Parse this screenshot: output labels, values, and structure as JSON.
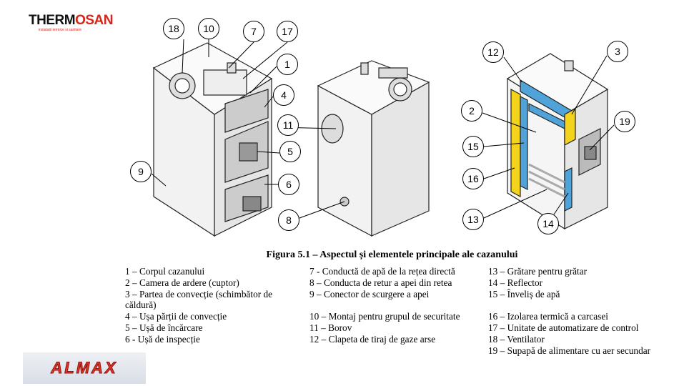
{
  "logos": {
    "thermosan": "THERMOSAN",
    "thermosan_tagline": "instalatii termice si sanitare",
    "almax": "ALMAX"
  },
  "callouts": [
    "18",
    "10",
    "7",
    "17",
    "1",
    "4",
    "11",
    "5",
    "6",
    "9",
    "8",
    "12",
    "3",
    "2",
    "19",
    "15",
    "16",
    "13",
    "14"
  ],
  "caption": "Figura 5.1 – Aspectul și elementele principale ale cazanului",
  "legend": {
    "col1": [
      "1 – Corpul cazanului",
      "2 – Camera de ardere (cuptor)",
      "3 – Partea de convecție (schimbător de",
      "căldură)",
      "4 – Ușa părții de convecție",
      "5 – Ușă de încărcare",
      "6 - Ușă de inspecție"
    ],
    "col2": [
      "7 - Conductă de apă de la rețea directă",
      "8 – Conducta de retur a apei din retea",
      "9 – Conector de scurgere a apei",
      "",
      "10 – Montaj pentru grupul de securitate",
      "11 – Borov",
      "12 – Clapeta de tiraj de gaze arse"
    ],
    "col3": [
      "13 – Grătare pentru grătar",
      "14 – Reflector",
      "15 – Înveliș de apă",
      "",
      "16 – Izolarea termică a carcasei",
      "17 – Unitate de automatizare de control",
      "18 – Ventilator",
      "19 – Supapă de alimentare cu aer secundar"
    ]
  },
  "colors": {
    "water_jacket": "#4fa3d8",
    "insulation": "#f4d31c",
    "brand_red": "#d6261c"
  }
}
